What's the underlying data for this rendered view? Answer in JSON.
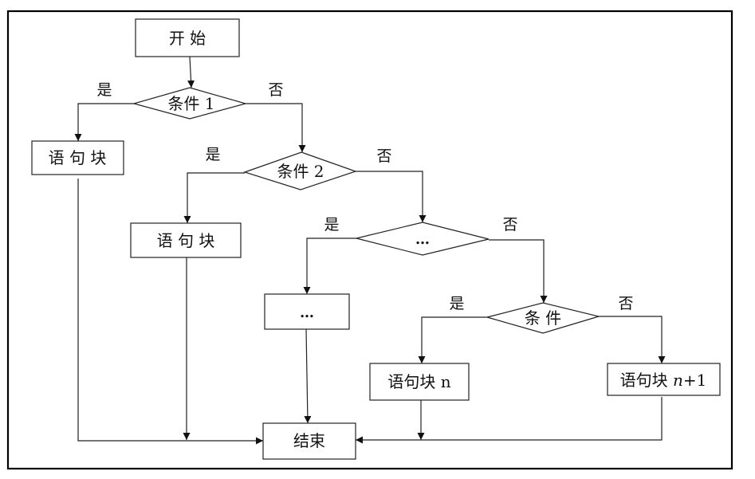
{
  "diagram": {
    "type": "flowchart",
    "title": "",
    "nodes": {
      "start": {
        "label": "开 始",
        "shape": "rect"
      },
      "cond1": {
        "label": "条件 1",
        "shape": "diamond"
      },
      "block1": {
        "label": "语 句 块",
        "shape": "rect"
      },
      "cond2": {
        "label": "条件 2",
        "shape": "diamond"
      },
      "block2": {
        "label": "语 句 块",
        "shape": "rect"
      },
      "cond_more": {
        "label": "…",
        "shape": "diamond"
      },
      "block_more": {
        "label": "…",
        "shape": "rect"
      },
      "cond_n": {
        "label": "条 件",
        "shape": "diamond"
      },
      "block_n": {
        "label": "语句块 n",
        "shape": "rect"
      },
      "block_n1": {
        "label_prefix": "语句块 ",
        "label_var": "n",
        "label_suffix": "+1",
        "shape": "rect"
      },
      "end": {
        "label": "结束",
        "shape": "rect"
      }
    },
    "branch_labels": {
      "cond1_yes": "是",
      "cond1_no": "否",
      "cond2_yes": "是",
      "cond2_no": "否",
      "cond_more_yes": "是",
      "cond_more_no": "否",
      "cond_n_yes": "是",
      "cond_n_no": "否"
    },
    "edges": [
      {
        "from": "start",
        "to": "cond1"
      },
      {
        "from": "cond1",
        "to": "block1",
        "label": "是"
      },
      {
        "from": "cond1",
        "to": "cond2",
        "label": "否"
      },
      {
        "from": "cond2",
        "to": "block2",
        "label": "是"
      },
      {
        "from": "cond2",
        "to": "cond_more",
        "label": "否"
      },
      {
        "from": "cond_more",
        "to": "block_more",
        "label": "是"
      },
      {
        "from": "cond_more",
        "to": "cond_n",
        "label": "否"
      },
      {
        "from": "cond_n",
        "to": "block_n",
        "label": "是"
      },
      {
        "from": "cond_n",
        "to": "block_n1",
        "label": "否"
      },
      {
        "from": "block1",
        "to": "end"
      },
      {
        "from": "block2",
        "to": "end"
      },
      {
        "from": "block_more",
        "to": "end"
      },
      {
        "from": "block_n",
        "to": "end"
      },
      {
        "from": "block_n1",
        "to": "end"
      }
    ]
  }
}
